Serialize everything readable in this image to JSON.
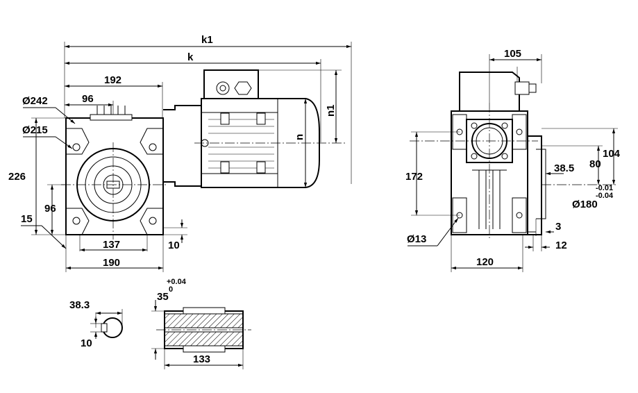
{
  "labels": {
    "k1": "k1",
    "k": "k",
    "n1": "n1",
    "n": "n",
    "d192": "192",
    "d96_top": "96",
    "d242": "Ø242",
    "d215": "Ø215",
    "d226": "226",
    "d96_left": "96",
    "d15": "15",
    "d137": "137",
    "d10_right": "10",
    "d190": "190",
    "d105": "105",
    "d172": "172",
    "d104": "104",
    "d80": "80",
    "d38_5": "38.5",
    "tol_minus_upper": "-0.01",
    "tol_minus_lower": "-0.04",
    "d180": "Ø180",
    "d3": "3",
    "d13": "Ø13",
    "d12": "12",
    "d120": "120",
    "d38_3": "38.3",
    "d10_key": "10",
    "d35": "35",
    "tol_plus_upper": "+0.04",
    "tol_plus_lower": "0",
    "d133": "133"
  }
}
